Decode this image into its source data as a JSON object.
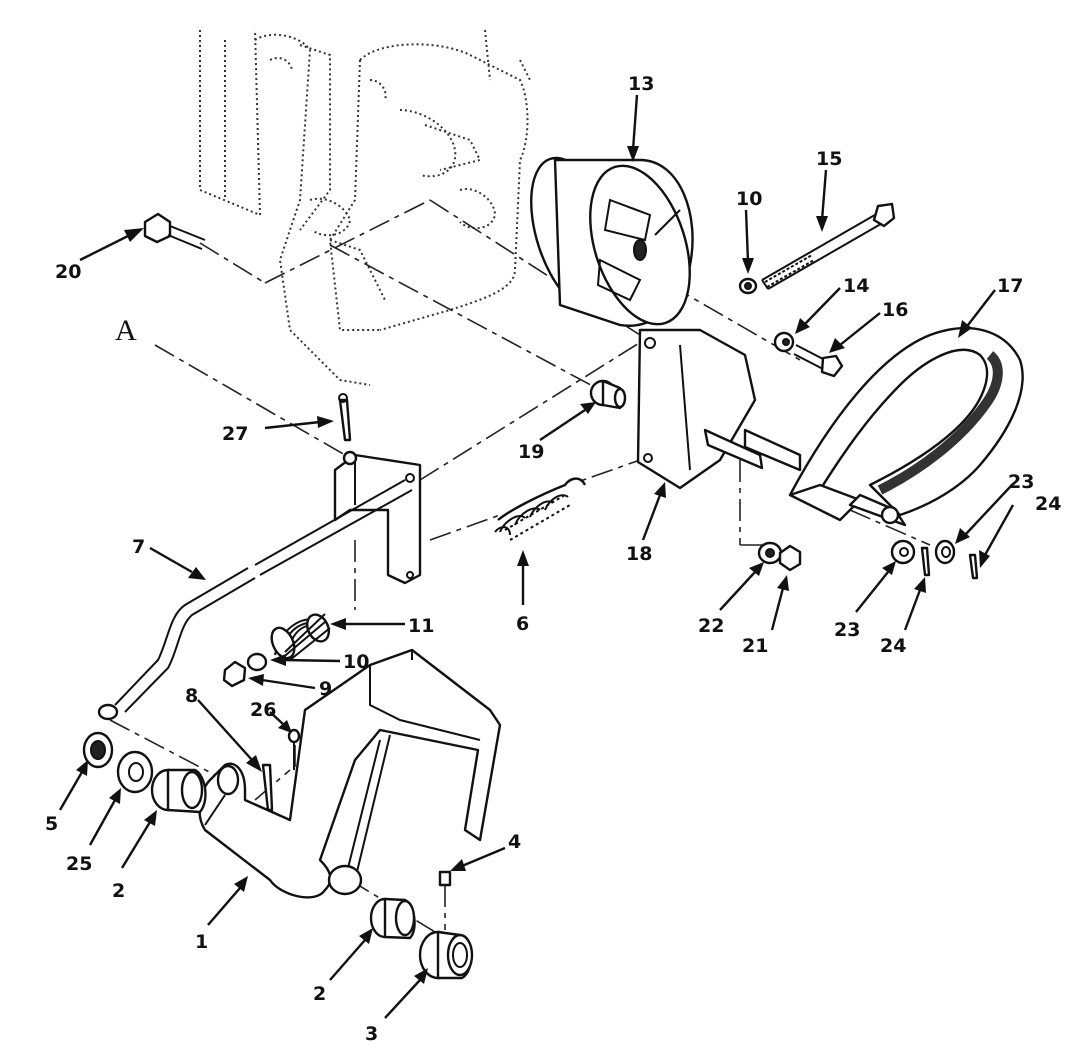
{
  "diagram": {
    "section_label": "A",
    "callouts": [
      "13",
      "15",
      "10",
      "20",
      "14",
      "16",
      "17",
      "19",
      "27",
      "18",
      "23",
      "24",
      "7",
      "6",
      "22",
      "21",
      "23",
      "24",
      "11",
      "10",
      "9",
      "8",
      "26",
      "5",
      "25",
      "2",
      "1",
      "4",
      "2",
      "3"
    ],
    "colors": {
      "ink": "#111111",
      "paper": "#ffffff",
      "belt_lining": "#333333"
    }
  }
}
